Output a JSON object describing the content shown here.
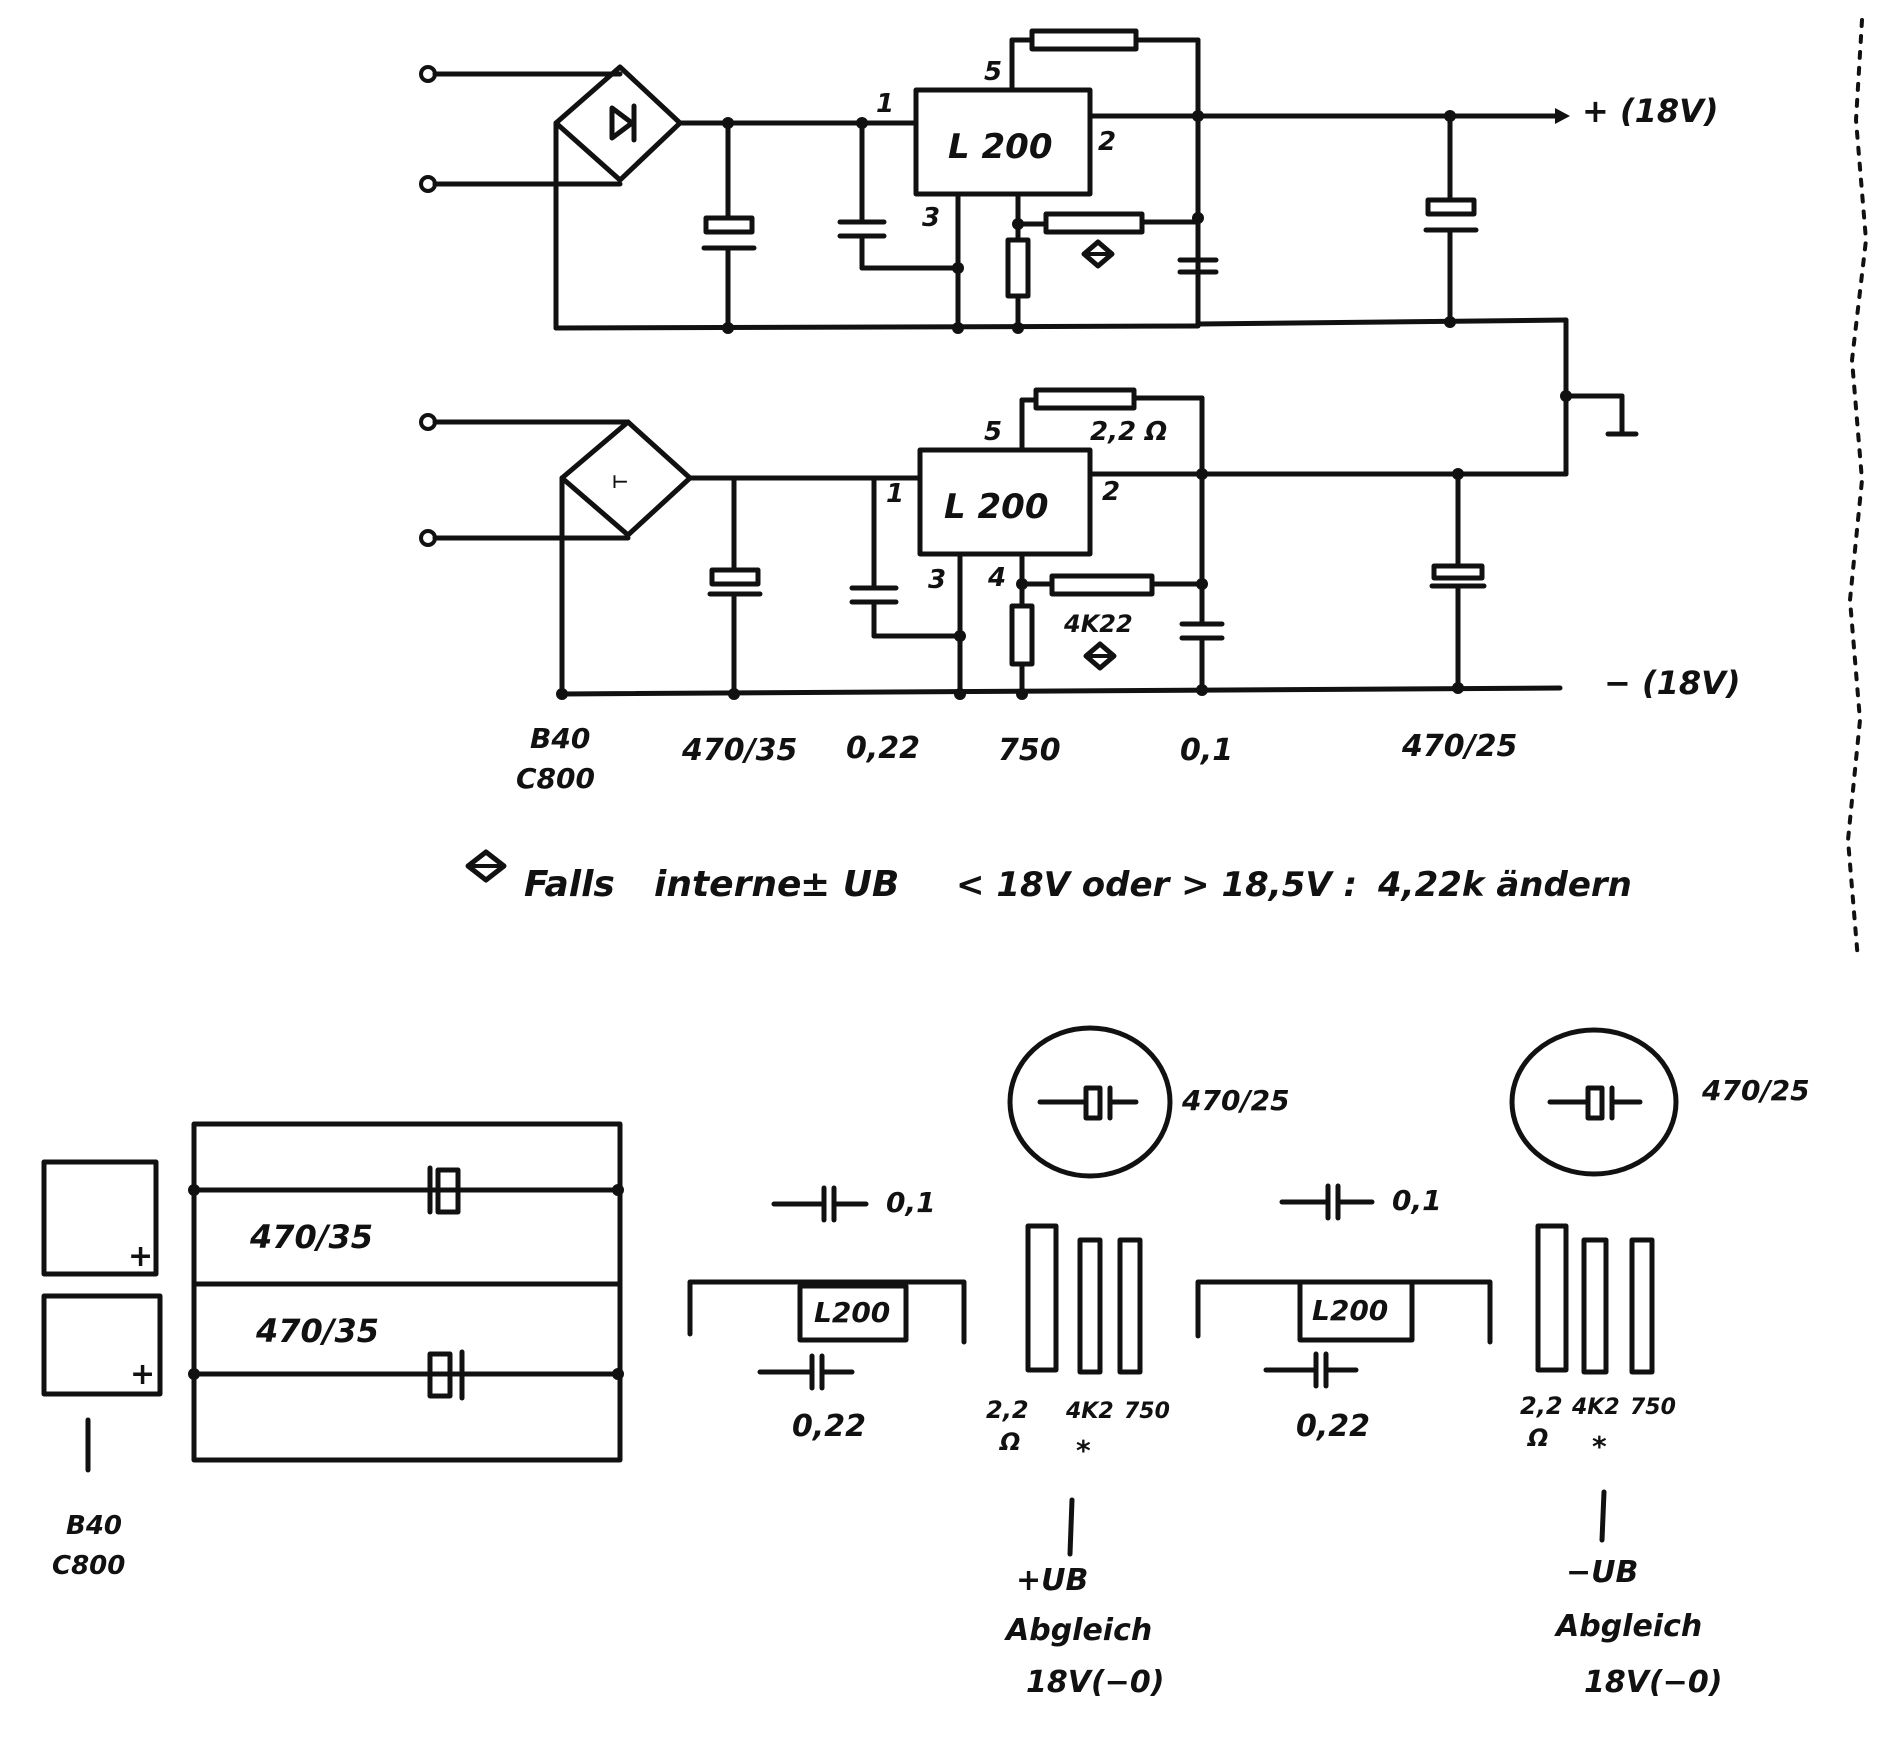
{
  "top_schematic": {
    "upper_regulator": {
      "ic_label": "L 200",
      "pin_1": "1",
      "pin_2": "2",
      "pin_3": "3",
      "pin_5": "5",
      "output_label": "+ (18V)"
    },
    "lower_regulator": {
      "ic_label": "L 200",
      "pin_1": "1",
      "pin_2": "2",
      "pin_3": "3",
      "pin_4": "4",
      "pin_5": "5",
      "sense_resistor_label": "2,2 Ω",
      "adjust_resistor_label": "4K22",
      "output_label": "− (18V)"
    },
    "component_values": {
      "rectifier": [
        "B40",
        "C800"
      ],
      "input_cap": "470/35",
      "ic_input_cap": "0,22",
      "divider_resistor": "750",
      "output_small_cap": "0,1",
      "output_cap": "470/25"
    },
    "footnote": {
      "marker_icon": "diamond-marker-icon",
      "text_falls": "Falls",
      "text_interne": "interne",
      "text_ub": "± UB",
      "text_condition": "< 18V oder > 18,5V :",
      "text_action": "4,22k ändern"
    }
  },
  "bottom_layout": {
    "rectifier_label": [
      "B40",
      "C800"
    ],
    "rectifier_plus": "+",
    "board_cap_1": "470/35",
    "board_cap_2": "470/35",
    "left_section": {
      "cap_top": "0,1",
      "ic": "L200",
      "cap_bottom": "0,22",
      "circle_cap": "470/25",
      "res_1": [
        "2,2",
        "Ω"
      ],
      "res_2": [
        "4K2",
        "*"
      ],
      "res_3": "750",
      "adjust_label": [
        "+UB",
        "Abgleich",
        "18V(−0)"
      ]
    },
    "right_section": {
      "cap_top": "0,1",
      "ic": "L200",
      "cap_bottom": "0,22",
      "circle_cap": "470/25",
      "res_1": [
        "2,2",
        "Ω"
      ],
      "res_2": [
        "4K2",
        "*"
      ],
      "res_3": "750",
      "adjust_label": [
        "−UB",
        "Abgleich",
        "18V(−0)"
      ]
    }
  }
}
